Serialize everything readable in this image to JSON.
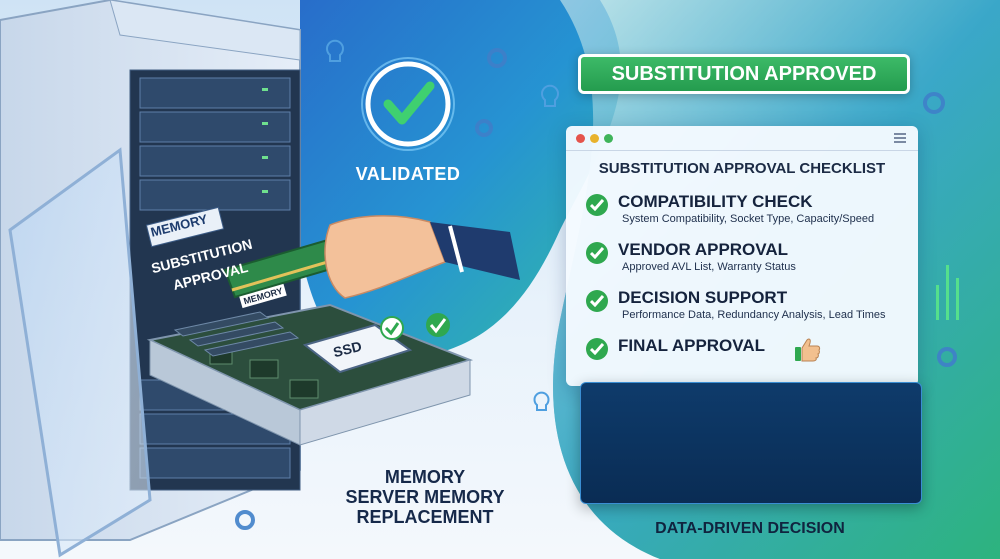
{
  "scene": {
    "validated_label": "VALIDATED",
    "memory_label": "MEMORY",
    "substitution_line1": "SUBSTITUTION",
    "substitution_line2": "APPROVAL",
    "module_label": "MEMORY",
    "ssd_label": "SSD",
    "caption": {
      "line1": "MEMORY",
      "line2": "SERVER MEMORY",
      "line3": "REPLACEMENT"
    }
  },
  "banner": {
    "label": "SUBSTITUTION APPROVED"
  },
  "checklist": {
    "title": "SUBSTITUTION APPROVAL CHECKLIST",
    "items": [
      {
        "heading": "COMPATIBILITY CHECK",
        "detail": "System Compatibility, Socket Type, Capacity/Speed"
      },
      {
        "heading": "VENDOR APPROVAL",
        "detail": "Approved AVL List, Warranty Status"
      },
      {
        "heading": "DECISION SUPPORT",
        "detail": "Performance Data, Redundancy Analysis, Lead Times"
      },
      {
        "heading": "FINAL APPROVAL",
        "detail": ""
      }
    ],
    "icons": [
      "check-icon",
      "thumbs-up-icon",
      "menu-icon"
    ]
  },
  "dashboard": {
    "caption": "DATA-DRIVEN DECISION"
  },
  "colors": {
    "accent_green": "#2fa84f",
    "banner_green": "#22994c",
    "navy": "#0a2c54",
    "teal": "#2bb3a8"
  }
}
